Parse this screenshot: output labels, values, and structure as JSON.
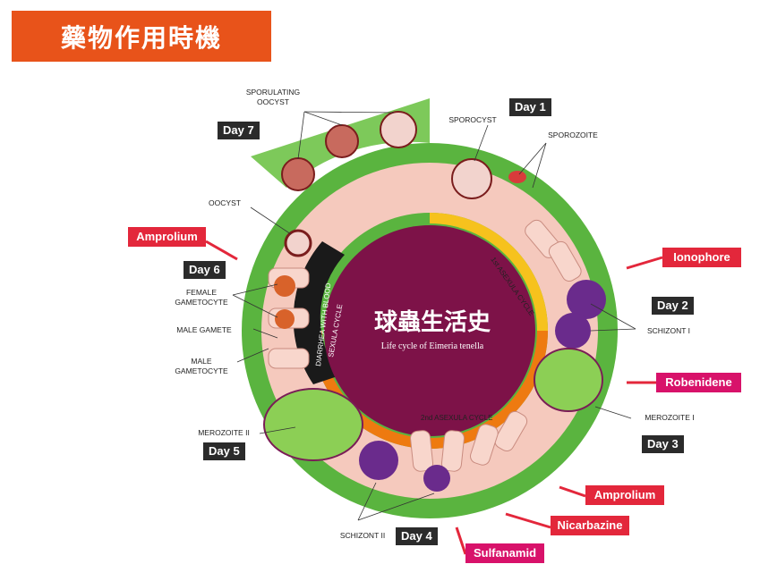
{
  "header": {
    "title": "藥物作用時機"
  },
  "center": {
    "title": "球蟲生活史",
    "subtitle": "Life cycle of Eimeria tenella"
  },
  "ring_labels": {
    "asexual1": "1st ASEXULA CYCLE",
    "asexual2": "2nd ASEXULA CYCLE",
    "sexual": "SEXULA CYCLE",
    "diarrhea": "DIARRHEA WITH BLOOD"
  },
  "days": [
    "Day 1",
    "Day 2",
    "Day 3",
    "Day 4",
    "Day 5",
    "Day 6",
    "Day 7"
  ],
  "stage_labels": {
    "sporulating_oocyst_1": "SPORULATING",
    "sporulating_oocyst_2": "OOCYST",
    "sporocyst": "SPOROCYST",
    "sporozoite": "SPOROZOITE",
    "oocyst": "OOCYST",
    "female_gametocyte_1": "FEMALE",
    "female_gametocyte_2": "GAMETOCYTE",
    "male_gamete": "MALE GAMETE",
    "male_gametocyte_1": "MALE",
    "male_gametocyte_2": "GAMETOCYTE",
    "schizont_1": "SCHIZONT I",
    "merozoite_1": "MEROZOITE I",
    "merozoite_2": "MEROZOITE II",
    "schizont_2": "SCHIZONT II"
  },
  "drugs": {
    "amprolium_top": "Amprolium",
    "ionophore": "Ionophore",
    "robenidene": "Robenidene",
    "amprolium_bottom": "Amprolium",
    "nicarbazine": "Nicarbazine",
    "sulfanamid": "Sulfanamid"
  },
  "colors": {
    "header": "#e8531a",
    "drug_red": "#e3273b",
    "drug_pink": "#d8126a",
    "ring_green": "#5ab43f",
    "center_maroon": "#7d1248",
    "ring_yellow": "#f6c21d",
    "ring_orange": "#ee7a10",
    "schizont_purple": "#6a2b8c",
    "cell_pink": "#f5c9bd"
  }
}
